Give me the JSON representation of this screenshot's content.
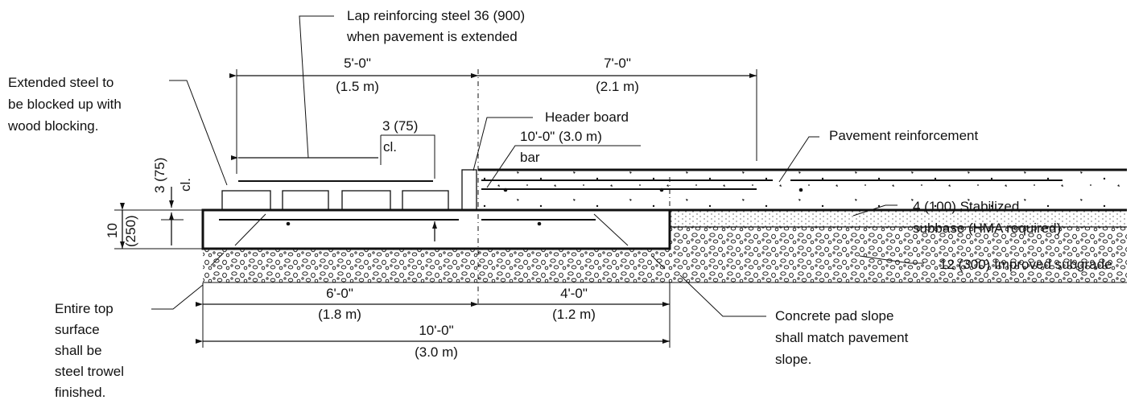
{
  "labels": {
    "lap_line1": "Lap reinforcing steel 36 (900)",
    "lap_line2": "when pavement is extended",
    "ext_line1": "Extended steel to",
    "ext_line2": "be blocked up with",
    "ext_line3": "wood blocking.",
    "header_board": "Header board",
    "pave_reinf": "Pavement reinforcement",
    "subbase_line1": "4 (100) Stabilized",
    "subbase_line2": "subbase (HMA required)",
    "subgrade": "12 (300) Improved subgrade",
    "surface_line1": "Entire top",
    "surface_line2": "surface",
    "surface_line3": "shall be",
    "surface_line4": "steel trowel",
    "surface_line5": "finished.",
    "slope_line1": "Concrete pad slope",
    "slope_line2": "shall match pavement",
    "slope_line3": "slope."
  },
  "dimensions": {
    "top_left_ft": "5'-0\"",
    "top_left_m": "(1.5 m)",
    "top_right_ft": "7'-0\"",
    "top_right_m": "(2.1 m)",
    "clear_num": "3 (75)",
    "clear_unit": "cl.",
    "bar_len": "10'-0\" (3.0 m)",
    "bar_unit": "bar",
    "side_clear": "3 (75)",
    "side_clear_unit": "cl.",
    "thick_in": "10",
    "thick_mm": "(250)",
    "bot_left_ft": "6'-0\"",
    "bot_left_m": "(1.8 m)",
    "bot_right_ft": "4'-0\"",
    "bot_right_m": "(1.2 m)",
    "total_ft": "10'-0\"",
    "total_m": "(3.0 m)"
  }
}
